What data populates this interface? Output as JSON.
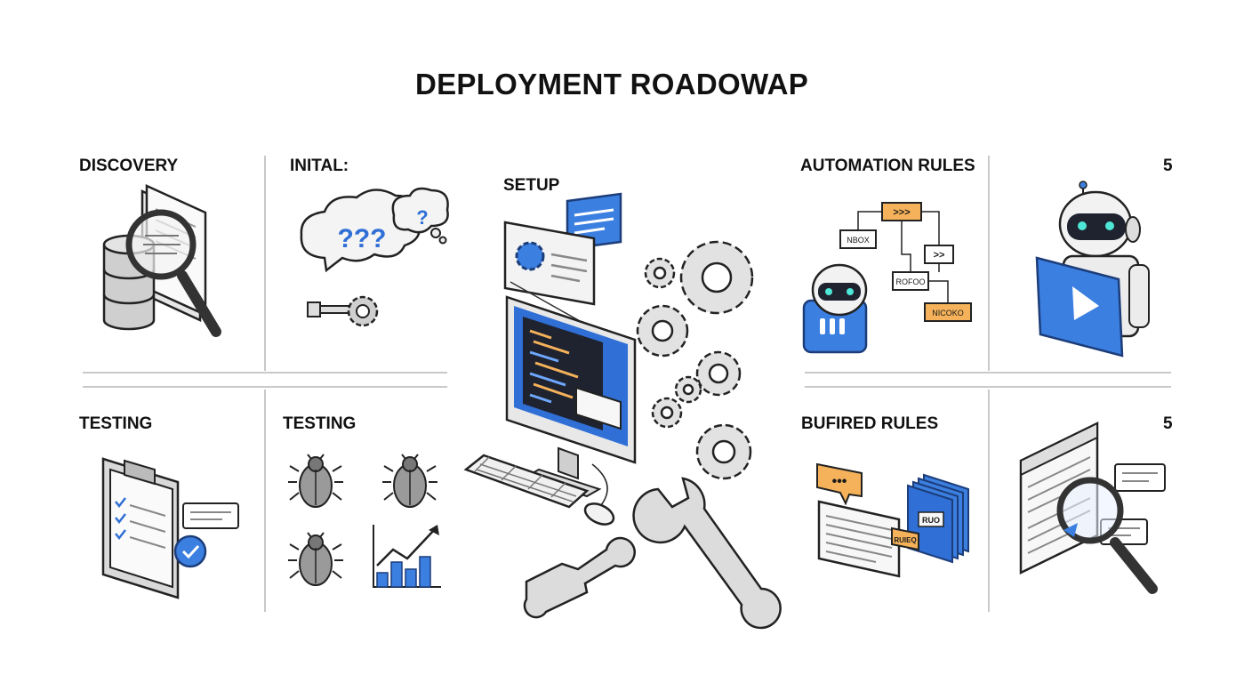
{
  "title": "DEPLOYMENT ROADOWAP",
  "sections": {
    "discovery": "DISCOVERY",
    "inital": "INITAL:",
    "setup": "SETUP",
    "automation_rules": "AUTOMATION RULES",
    "top_right_number": "5",
    "testing_left": "TESTING",
    "testing_middle": "TESTING",
    "bufired_rules": "BUFIRED RULES",
    "bottom_right_number": "5"
  },
  "inital_art": {
    "bubble_big": "???",
    "bubble_small": "?"
  },
  "flowchart": {
    "node_top": ">>>",
    "node_left": "NBOX",
    "node_mid": ">>",
    "node_lower": "ROFOO",
    "node_bottom": "NICOKO"
  },
  "bufired_art": {
    "bubble": "•••",
    "card_front": "RUO",
    "card_tag": "RUIEQ"
  },
  "colors": {
    "accent_blue": "#3b7fe0",
    "accent_orange": "#f5b25a",
    "rule_gray": "#c9c9c9",
    "ink": "#1a1a1a"
  },
  "icons": [
    "database-magnifier-icon",
    "question-bubbles-icon",
    "key-gear-icon",
    "monitor-code-icon",
    "gears-icon",
    "wrench-icon",
    "flowchart-icon",
    "robot-icon",
    "clipboard-checklist-icon",
    "bug-icon",
    "growth-chart-icon",
    "message-cards-icon",
    "document-search-icon"
  ]
}
